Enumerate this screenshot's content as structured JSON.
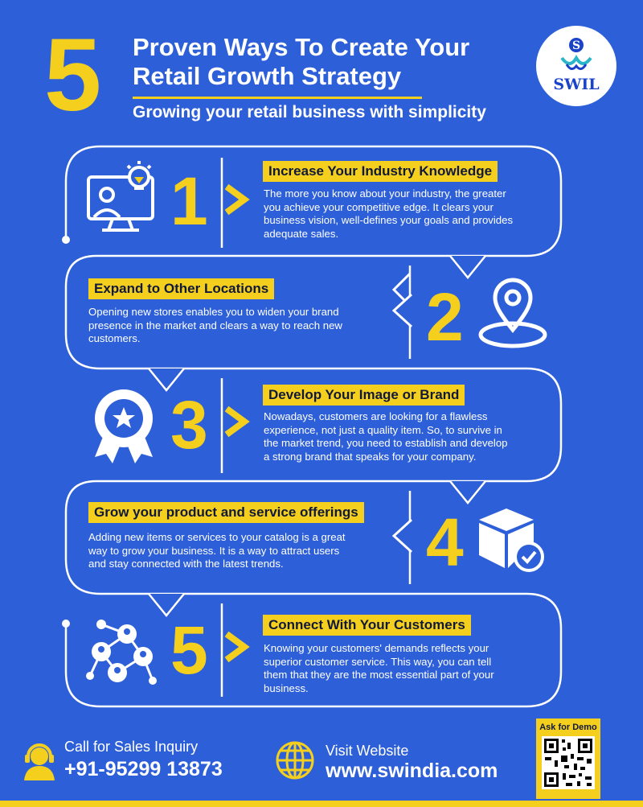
{
  "header": {
    "big_number": "5",
    "title_line1": "Proven Ways To Create Your",
    "title_line2": "Retail Growth Strategy",
    "subtitle": "Growing your retail business with simplicity"
  },
  "logo": {
    "text": "SWIL"
  },
  "steps": [
    {
      "number": "1",
      "heading": "Increase Your Industry Knowledge",
      "text": "The more you know about your industry, the greater you achieve your competitive edge. It clears your business vision, well-defines your goals and provides adequate sales.",
      "icon": "computer-lightbulb-icon"
    },
    {
      "number": "2",
      "heading": "Expand to Other Locations",
      "text": "Opening new stores enables you to widen your brand presence in the market and clears a way to reach new customers.",
      "icon": "location-pin-icon"
    },
    {
      "number": "3",
      "heading": "Develop Your Image or Brand",
      "text": "Nowadays, customers are looking for a flawless experience, not just a quality item. So, to survive in the market trend, you need to establish and develop a strong brand that speaks for your company.",
      "icon": "award-badge-icon"
    },
    {
      "number": "4",
      "heading": "Grow your product and service offerings",
      "text": "Adding new items or services to your catalog is a great way to grow your business. It is a way to attract users and stay connected with the latest trends.",
      "icon": "package-check-icon"
    },
    {
      "number": "5",
      "heading": "Connect With Your Customers",
      "text": "Knowing your customers' demands reflects your superior customer service. This way, you can tell them that they are the most essential part of your business.",
      "icon": "customer-network-icon"
    }
  ],
  "footer": {
    "call_label": "Call for Sales Inquiry",
    "phone": "+91-95299 13873",
    "website_label": "Visit Website",
    "website": "www.swindia.com",
    "demo_label": "Ask for Demo"
  },
  "colors": {
    "background": "#2d5fd8",
    "accent": "#f5cf1d",
    "text": "#ffffff"
  }
}
